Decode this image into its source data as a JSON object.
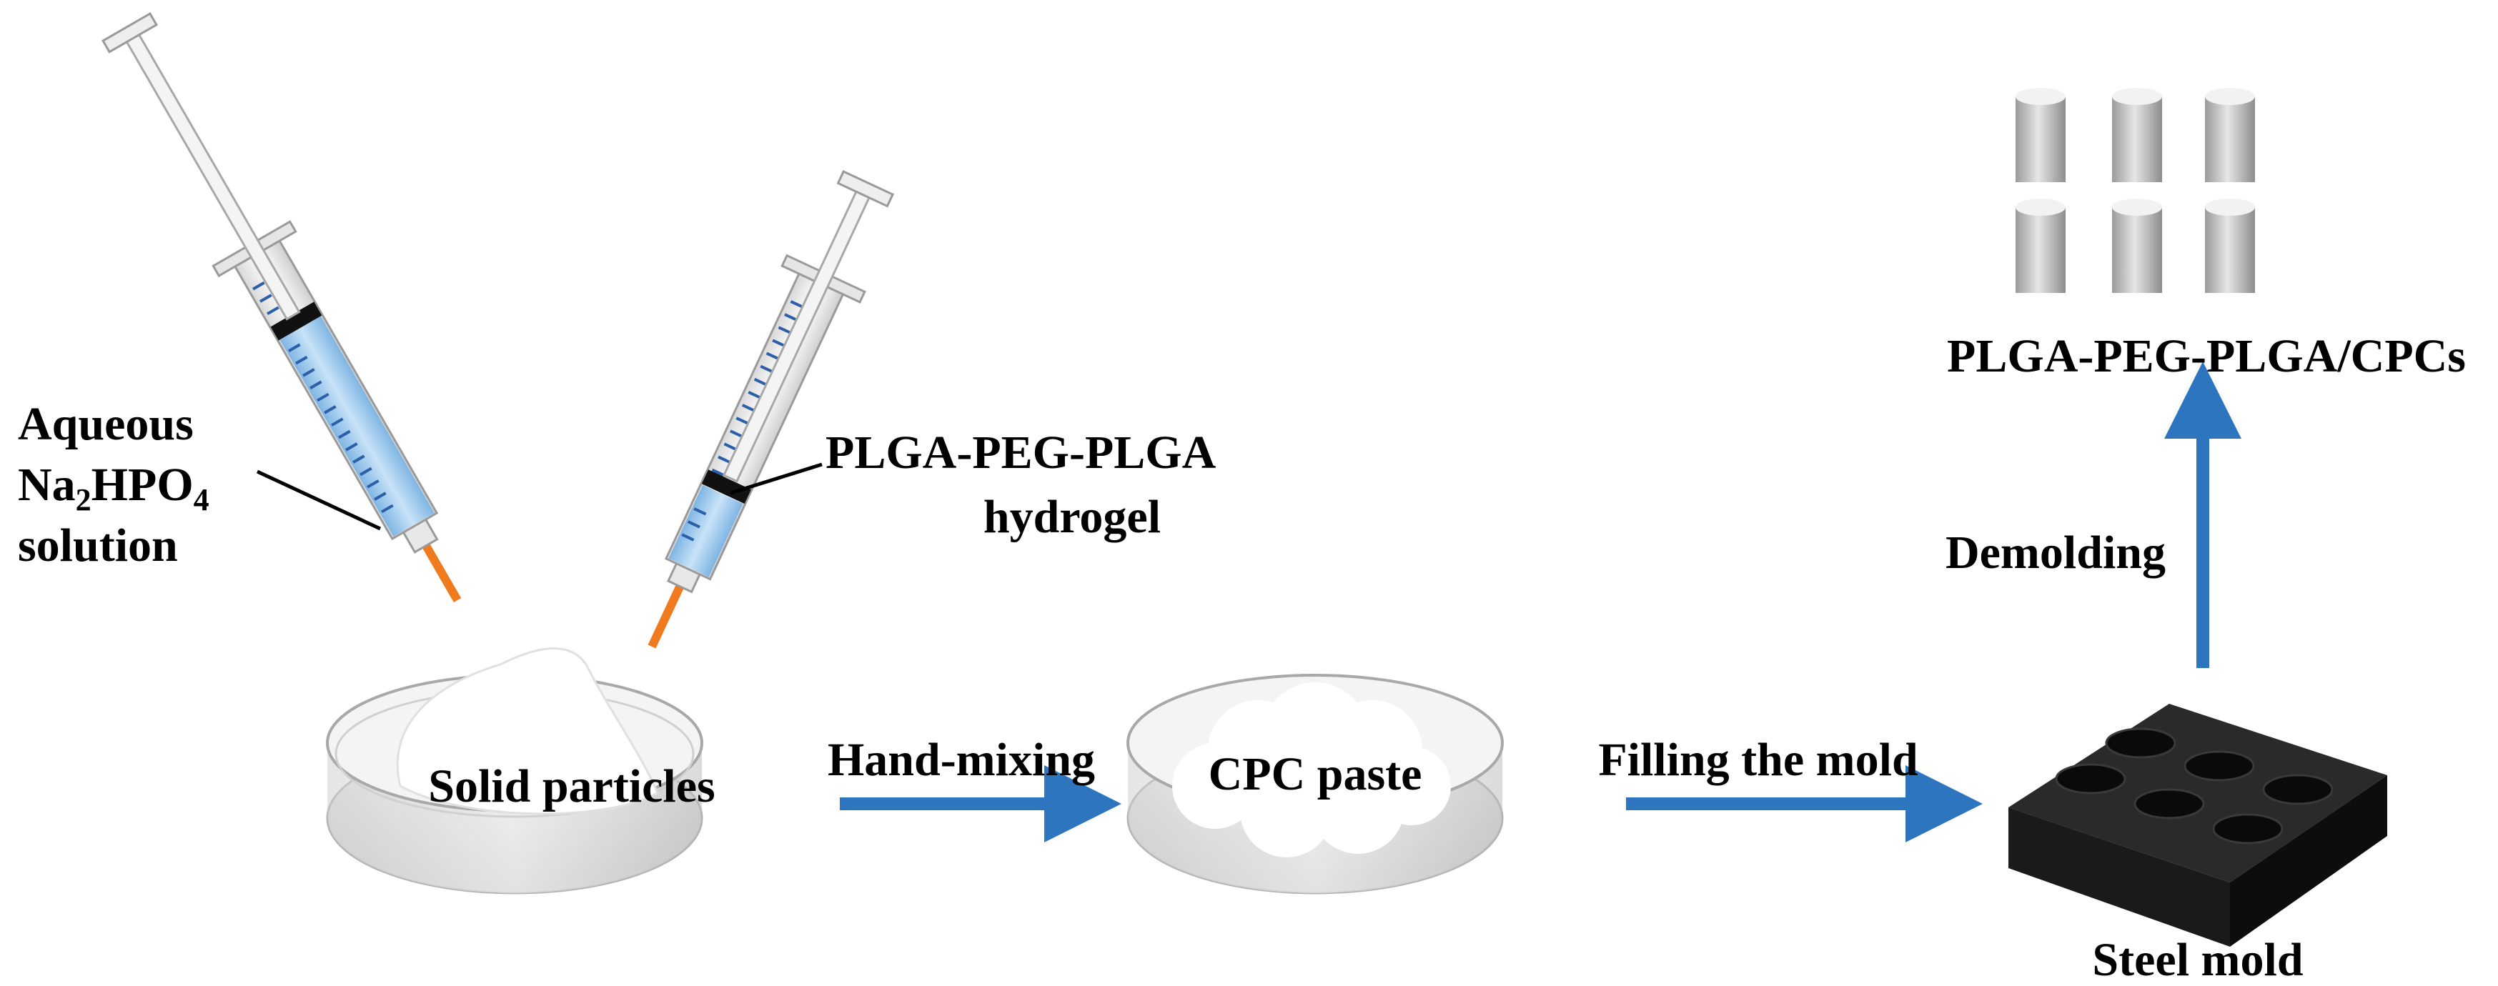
{
  "labels": {
    "aqueous_line1": "Aqueous",
    "aqueous_line2_prefix": "Na",
    "aqueous_line2_sub1": "2",
    "aqueous_line2_mid": "HPO",
    "aqueous_line2_sub2": "4",
    "aqueous_line3": "solution",
    "hydrogel_line1": "PLGA-PEG-PLGA",
    "hydrogel_line2": "hydrogel",
    "solid_particles": "Solid particles",
    "hand_mixing": "Hand-mixing",
    "cpc_paste": "CPC paste",
    "filling_mold": "Filling the mold",
    "steel_mold": "Steel mold",
    "demolding": "Demolding",
    "product": "PLGA-PEG-PLGA/CPCs"
  },
  "colors": {
    "arrow": "#2e75c0",
    "syringe_liquid": "#a9d2f2",
    "needle": "#f07a1e",
    "mold": "#1a1a1a",
    "cylinder": "#bdbdbd"
  },
  "icons": [
    "syringe-icon",
    "petri-dish-icon",
    "steel-mold-icon",
    "cylinder-icon",
    "arrow-icon"
  ]
}
